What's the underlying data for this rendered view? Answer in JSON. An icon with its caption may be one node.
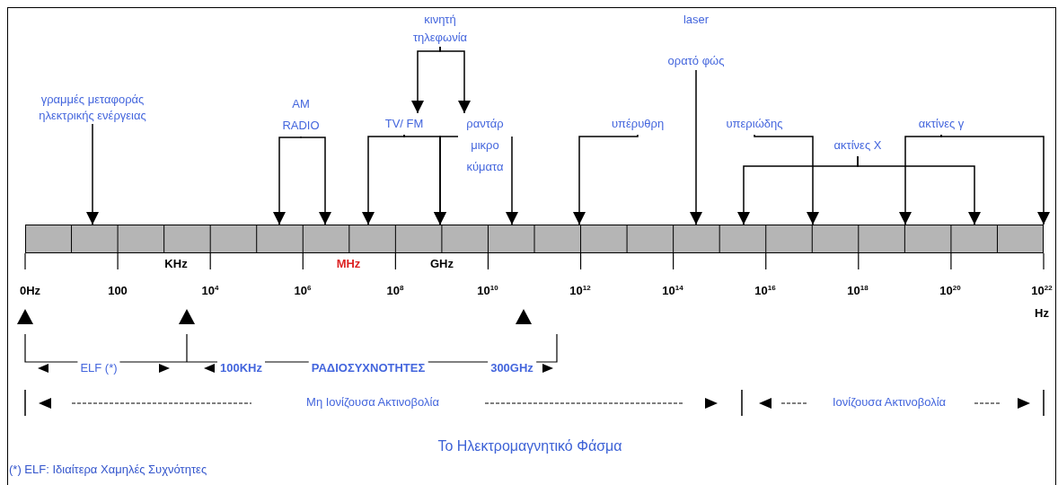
{
  "diagram": {
    "caption": "Το Ηλεκτρομαγνητικό Φάσμα",
    "nodes": [
      {
        "text": [
          "γραμμές μεταφοράς ηλεκτρικής ενέργειας"
        ]
      },
      {
        "text": [
          "AM RADIO"
        ]
      },
      {
        "text": [
          "κινητή τηλεφωνία"
        ]
      },
      {
        "text": [
          "TV/ FM"
        ]
      },
      {
        "text": [
          "ραντάρ μικρο κύματα"
        ]
      },
      {
        "text": [
          "laser",
          "ορατό φώς"
        ]
      },
      {
        "text": [
          "υπέρυθρη"
        ]
      },
      {
        "text": [
          "υπεριώδης"
        ]
      },
      {
        "text": [
          "ακτίνες X"
        ]
      },
      {
        "text": [
          "ακτίνες γ"
        ]
      },
      {
        "text": [],
        "shape": "bar"
      }
    ],
    "edges": [
      {
        "from": 0,
        "to": 10,
        "arrow": "to"
      },
      {
        "from": 1,
        "to": 10,
        "arrow": "to"
      },
      {
        "from": 1,
        "to": 10,
        "arrow": "to"
      },
      {
        "from": 2,
        "to": 3,
        "arrow": "to"
      },
      {
        "from": 2,
        "to": 4,
        "arrow": "to"
      },
      {
        "from": 3,
        "to": 10,
        "arrow": "to"
      },
      {
        "from": 3,
        "to": 10,
        "arrow": "to"
      },
      {
        "from": 4,
        "to": 10,
        "arrow": "to"
      },
      {
        "from": 4,
        "to": 10,
        "arrow": "to"
      },
      {
        "from": 5,
        "to": 10,
        "arrow": "to"
      },
      {
        "from": 6,
        "to": 10,
        "arrow": "to"
      },
      {
        "from": 7,
        "to": 10,
        "arrow": "to"
      },
      {
        "from": 8,
        "to": 10,
        "arrow": "to"
      },
      {
        "from": 8,
        "to": 10,
        "arrow": "to"
      },
      {
        "from": 9,
        "to": 10,
        "arrow": "to"
      },
      {
        "from": 9,
        "to": 10,
        "arrow": "to"
      }
    ],
    "labels": [
      "KHz",
      "MHz",
      "GHz",
      "0Hz",
      "100",
      "10$^{4}$",
      "10$^{6}$",
      "10$^{8}$",
      "10$^{10}$",
      "10$^{12}$",
      "10$^{14}$",
      "10$^{16}$",
      "10$^{18}$",
      "10$^{20}$",
      "10$^{22}$",
      "Hz",
      "ELF (*)",
      "100KHz",
      "ΡΑΔΙΟΣΥΧΝΟΤΗΤΕΣ",
      "300GHz",
      "Μη Ιονίζουσα Ακτινοβολία",
      "Ιονίζουσα Ακτινοβολία",
      "(*) ELF: Ιδιαίτερα Χαμηλές Συχνότητες"
    ]
  }
}
